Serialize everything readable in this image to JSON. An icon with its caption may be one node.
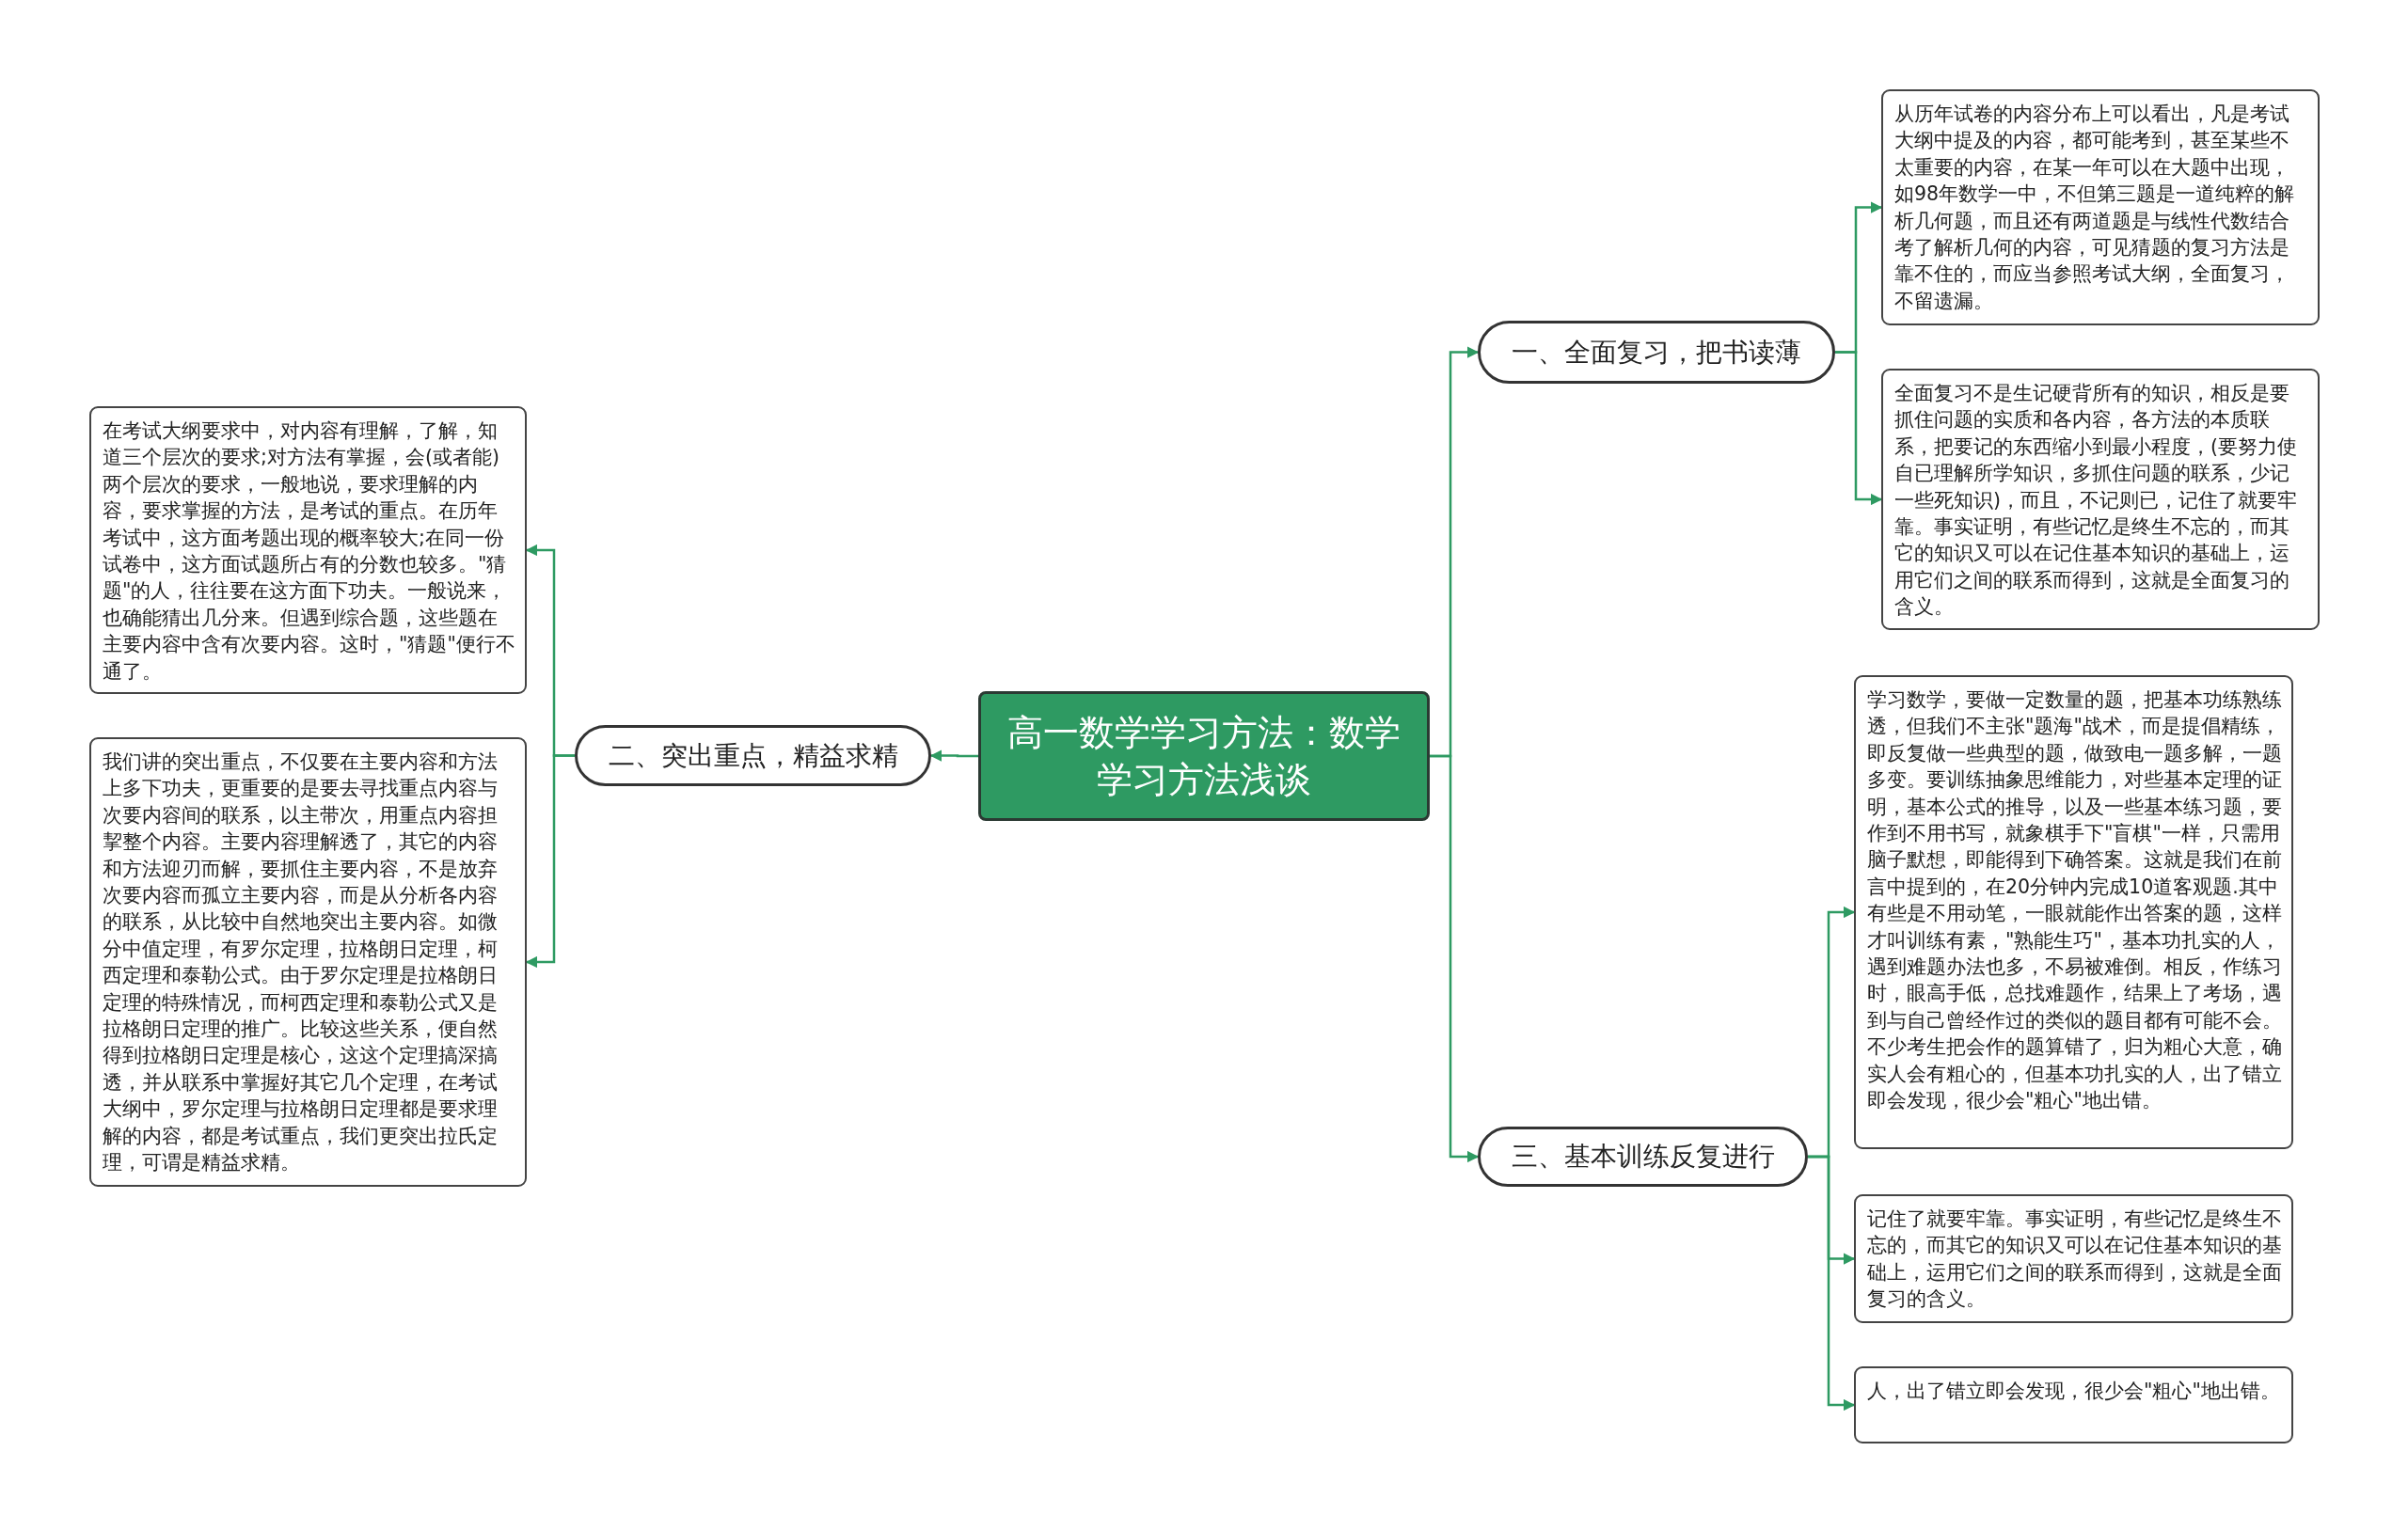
{
  "diagram": {
    "nodes": [
      {
        "text": [
          "高一数学学习方法：数学学习方法浅谈"
        ]
      },
      {
        "text": [
          "一、全面复习，把书读薄"
        ]
      },
      {
        "text": [
          "从历年试卷的内容分布上可以看出，凡是考试大纲中提及的内容，都可能考到，甚至某些不太重要的内容，在某一年可以在大题中出现，如98年数学一中，不但第三题是一道纯粹的解析几何题，而且还有两道题是与线性代数结合考了解析几何的内容，可见猜题的复习方法是靠不住的，而应当参照考试大纲，全面复习，不留遗漏。"
        ]
      },
      {
        "text": [
          "全面复习不是生记硬背所有的知识，相反是要抓住问题的实质和各内容，各方法的本质联系，把要记的东西缩小到最小程度，(要努力使自已理解所学知识，多抓住问题的联系，少记一些死知识)，而且，不记则已，记住了就要牢靠。事实证明，有些记忆是终生不忘的，而其它的知识又可以在记住基本知识的基础上，运用它们之间的联系而得到，这就是全面复习的含义。"
        ]
      },
      {
        "text": [
          "二、突出重点，精益求精"
        ]
      },
      {
        "text": [
          "在考试大纲要求中，对内容有理解，了解，知道三个层次的要求;对方法有掌握，会(或者能)两个层次的要求，一般地说，要求理解的内容，要求掌握的方法，是考试的重点。在历年考试中，这方面考题出现的概率较大;在同一份试卷中，这方面试题所占有的分数也较多。\"猜题\"的人，往往要在这方面下功夫。一般说来，也确能猜出几分来。但遇到综合题，这些题在主要内容中含有次要内容。这时，\"猜题\"便行不通了。"
        ]
      },
      {
        "text": [
          "我们讲的突出重点，不仅要在主要内容和方法上多下功夫，更重要的是要去寻找重点内容与次要内容间的联系，以主带次，用重点内容担挈整个内容。主要内容理解透了，其它的内容和方法迎刃而解，要抓住主要内容，不是放弃次要内容而孤立主要内容，而是从分析各内容的联系，从比较中自然地突出主要内容。如微分中值定理，有罗尔定理，拉格朗日定理，柯西定理和泰勒公式。由于罗尔定理是拉格朗日定理的特殊情况，而柯西定理和泰勒公式又是拉格朗日定理的推广。比较这些关系，便自然得到拉格朗日定理是核心，这这个定理搞深搞透，并从联系中掌握好其它几个定理，在考试大纲中，罗尔定理与拉格朗日定理都是要求理解的内容，都是考试重点，我们更突出拉氏定理，可谓是精益求精。"
        ]
      },
      {
        "text": [
          "三、基本训练反复进行"
        ]
      },
      {
        "text": [
          "学习数学，要做一定数量的题，把基本功练熟练透，但我们不主张\"题海\"战术，而是提倡精练，即反复做一些典型的题，做致电一题多解，一题多变。要训练抽象思维能力，对些基本定理的证明，基本公式的推导，以及一些基本练习题，要作到不用书写，就象棋手下\"盲棋\"一样，只需用脑子默想，即能得到下确答案。这就是我们在前言中提到的，在20分钟内完成10道客观题.其中有些是不用动笔，一眼就能作出答案的题，这样才叫训练有素，\"熟能生巧\"，基本功扎实的人，遇到难题办法也多，不易被难倒。相反，作练习时，眼高手低，总找难题作，结果上了考场，遇到与自己曾经作过的类似的题目都有可能不会。不少考生把会作的题算错了，归为粗心大意，确实人会有粗心的，但基本功扎实的人，出了错立即会发现，很少会\"粗心\"地出错。"
        ]
      },
      {
        "text": [
          "记住了就要牢靠。事实证明，有些记忆是终生不忘的，而其它的知识又可以在记住基本知识的基础上，运用它们之间的联系而得到，这就是全面复习的含义。"
        ]
      },
      {
        "text": [
          "人，出了错立即会发现，很少会\"粗心\"地出错。"
        ]
      }
    ],
    "edges": [
      {
        "from": 0,
        "to": 1,
        "arrow": "to"
      },
      {
        "from": 1,
        "to": 2,
        "arrow": "to"
      },
      {
        "from": 1,
        "to": 3,
        "arrow": "to"
      },
      {
        "from": 0,
        "to": 4,
        "arrow": "to"
      },
      {
        "from": 4,
        "to": 5,
        "arrow": "to"
      },
      {
        "from": 4,
        "to": 6,
        "arrow": "to"
      },
      {
        "from": 0,
        "to": 7,
        "arrow": "to"
      },
      {
        "from": 7,
        "to": 8,
        "arrow": "to"
      },
      {
        "from": 7,
        "to": 9,
        "arrow": "to"
      },
      {
        "from": 7,
        "to": 10,
        "arrow": "to"
      }
    ]
  }
}
